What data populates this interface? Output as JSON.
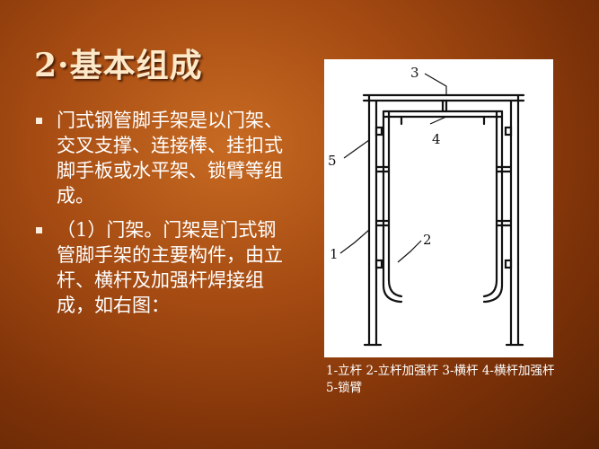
{
  "slide": {
    "title": "2·基本组成",
    "bullets": [
      {
        "text": "门式钢管脚手架是以门架、交叉支撑、连接棒、挂扣式脚手板或水平架、锁臂等组成。"
      },
      {
        "text": "（1）门架。门架是门式钢管脚手架的主要构件，由立杆、横杆及加强杆焊接组成，如右图："
      }
    ],
    "figure": {
      "labels": [
        "1",
        "2",
        "3",
        "4",
        "5"
      ],
      "caption": "1-立杆   2-立杆加强杆 3-横杆 4-横杆加强杆 5-锁臂"
    }
  }
}
